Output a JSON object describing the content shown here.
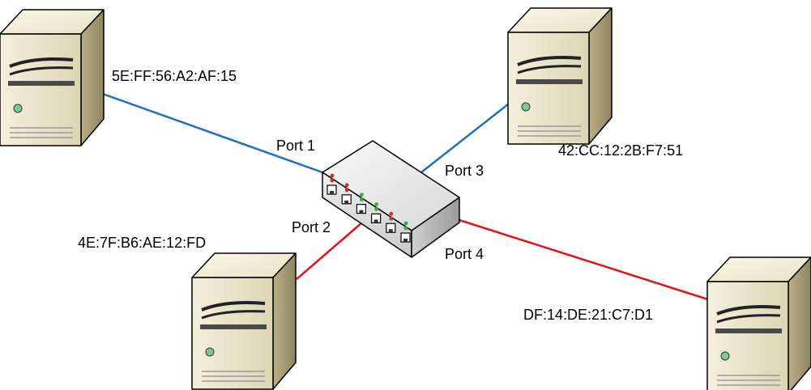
{
  "servers": [
    {
      "id": "s1",
      "mac": "5E:FF:56:A2:AF:15"
    },
    {
      "id": "s2",
      "mac": "4E:7F:B6:AE:12:FD"
    },
    {
      "id": "s3",
      "mac": "42:CC:12:2B:F7:51"
    },
    {
      "id": "s4",
      "mac": "DF:14:DE:21:C7:D1"
    }
  ],
  "ports": [
    {
      "label": "Port 1"
    },
    {
      "label": "Port 2"
    },
    {
      "label": "Port 3"
    },
    {
      "label": "Port 4"
    }
  ],
  "links": [
    {
      "server": "s1",
      "port": "Port 1",
      "color": "#1f6fbf"
    },
    {
      "server": "s2",
      "port": "Port 2",
      "color": "#e0141c"
    },
    {
      "server": "s3",
      "port": "Port 3",
      "color": "#1f6fbf"
    },
    {
      "server": "s4",
      "port": "Port 4",
      "color": "#e0141c"
    }
  ],
  "switch": {
    "led_colors": [
      "#c0392b",
      "#c0392b",
      "#3aa846",
      "#3aa846",
      "#c0392b",
      "#3aa846"
    ]
  }
}
